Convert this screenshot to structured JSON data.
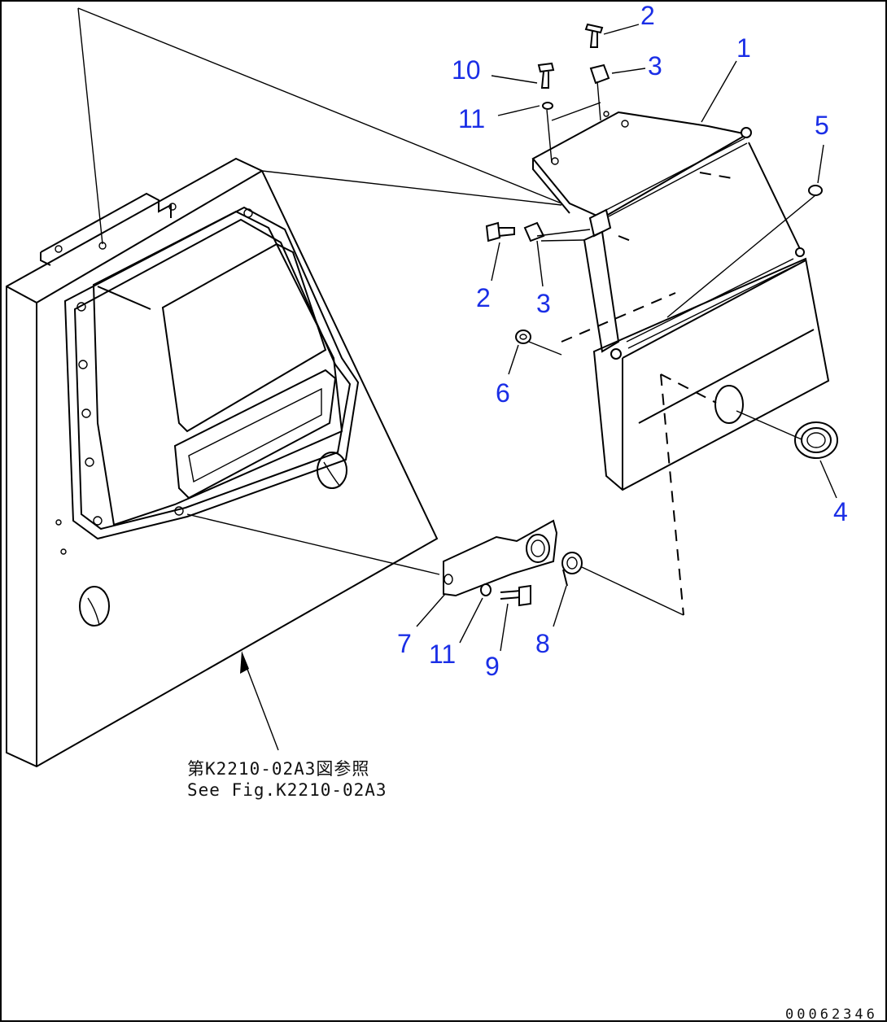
{
  "diagram": {
    "callouts": [
      {
        "id": "c1",
        "text": "1"
      },
      {
        "id": "c2a",
        "text": "2"
      },
      {
        "id": "c3a",
        "text": "3"
      },
      {
        "id": "c10",
        "text": "10"
      },
      {
        "id": "c11a",
        "text": "11"
      },
      {
        "id": "c5",
        "text": "5"
      },
      {
        "id": "c2b",
        "text": "2"
      },
      {
        "id": "c3b",
        "text": "3"
      },
      {
        "id": "c6",
        "text": "6"
      },
      {
        "id": "c4",
        "text": "4"
      },
      {
        "id": "c7",
        "text": "7"
      },
      {
        "id": "c11b",
        "text": "11"
      },
      {
        "id": "c9",
        "text": "9"
      },
      {
        "id": "c8",
        "text": "8"
      }
    ],
    "reference_note": {
      "line1": "第K2210-02A3図参照",
      "line2": "See Fig.K2210-02A3"
    },
    "image_number": "00062346",
    "colors": {
      "callout": "#1a2ee6",
      "line": "#000000",
      "background": "#ffffff"
    }
  }
}
